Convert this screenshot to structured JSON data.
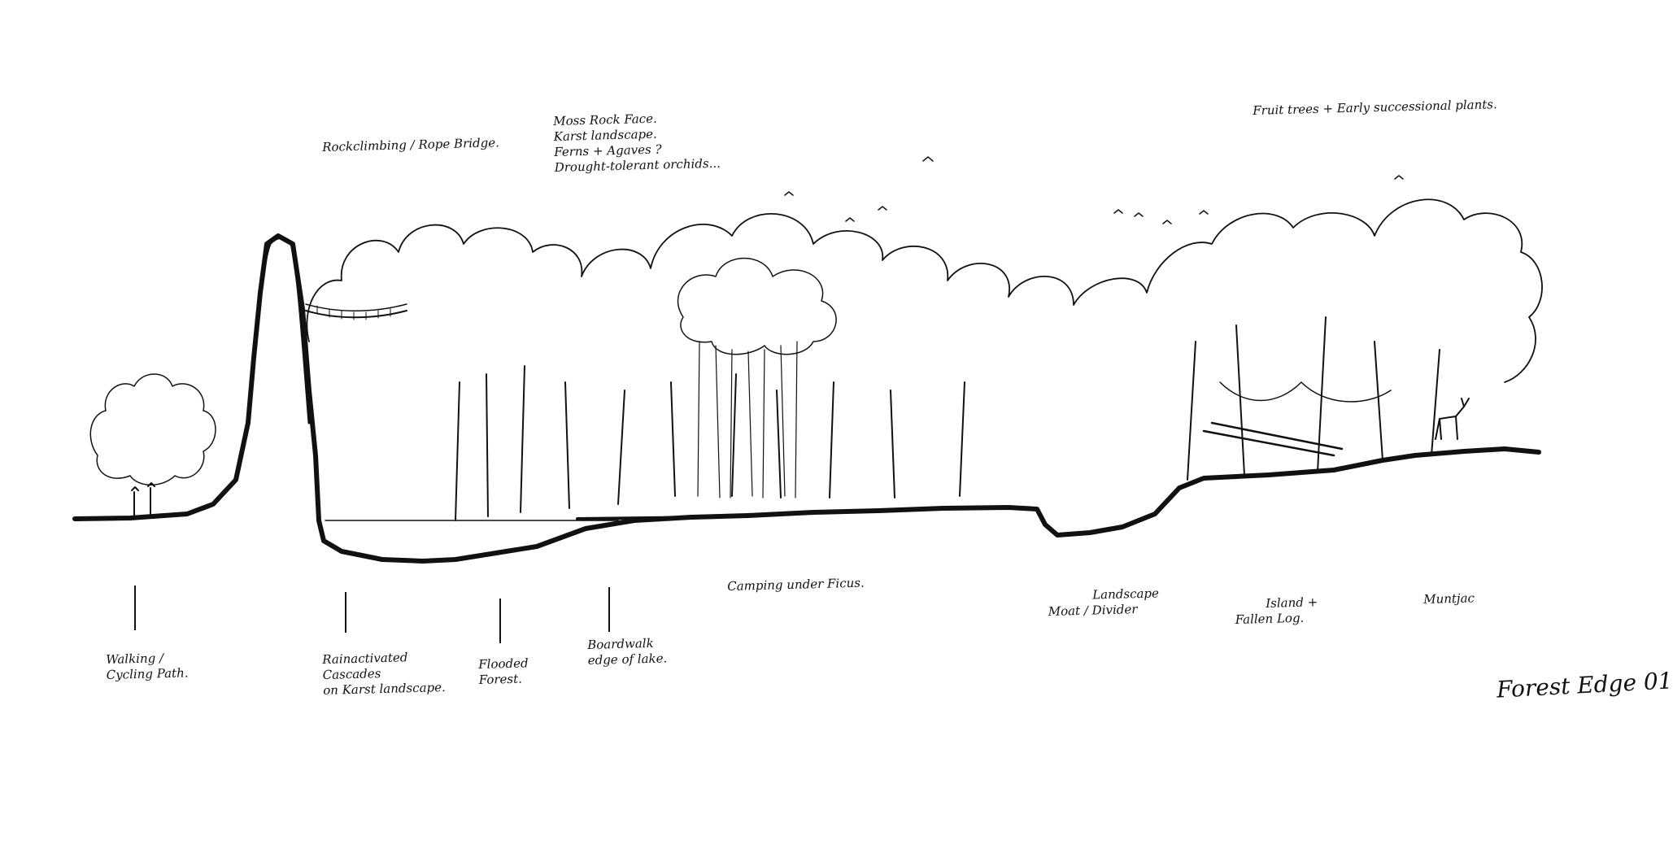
{
  "title": "Forest Edge 01",
  "top_notes": {
    "rock_climbing": "Rockclimbing / Rope Bridge.",
    "karst": [
      "Moss Rock Face.",
      "Karst landscape.",
      "Ferns + Agaves ?",
      "Drought-tolerant orchids..."
    ],
    "fruit_trees": "Fruit trees + Early successional plants."
  },
  "bottom_notes": {
    "walking": [
      "Walking /",
      "Cycling Path."
    ],
    "cascades": [
      "Rainactivated",
      "Cascades",
      "on Karst landscape."
    ],
    "flooded": [
      "Flooded",
      "Forest."
    ],
    "boardwalk": [
      "Boardwalk",
      "edge of lake."
    ],
    "camping": "Camping under Ficus.",
    "moat": [
      "Landscape",
      "Moat / Divider"
    ],
    "island": [
      "Island +",
      "Fallen Log."
    ],
    "muntjac": "Muntjac"
  },
  "colors": {
    "ink": "#111111",
    "paper": "#ffffff"
  }
}
